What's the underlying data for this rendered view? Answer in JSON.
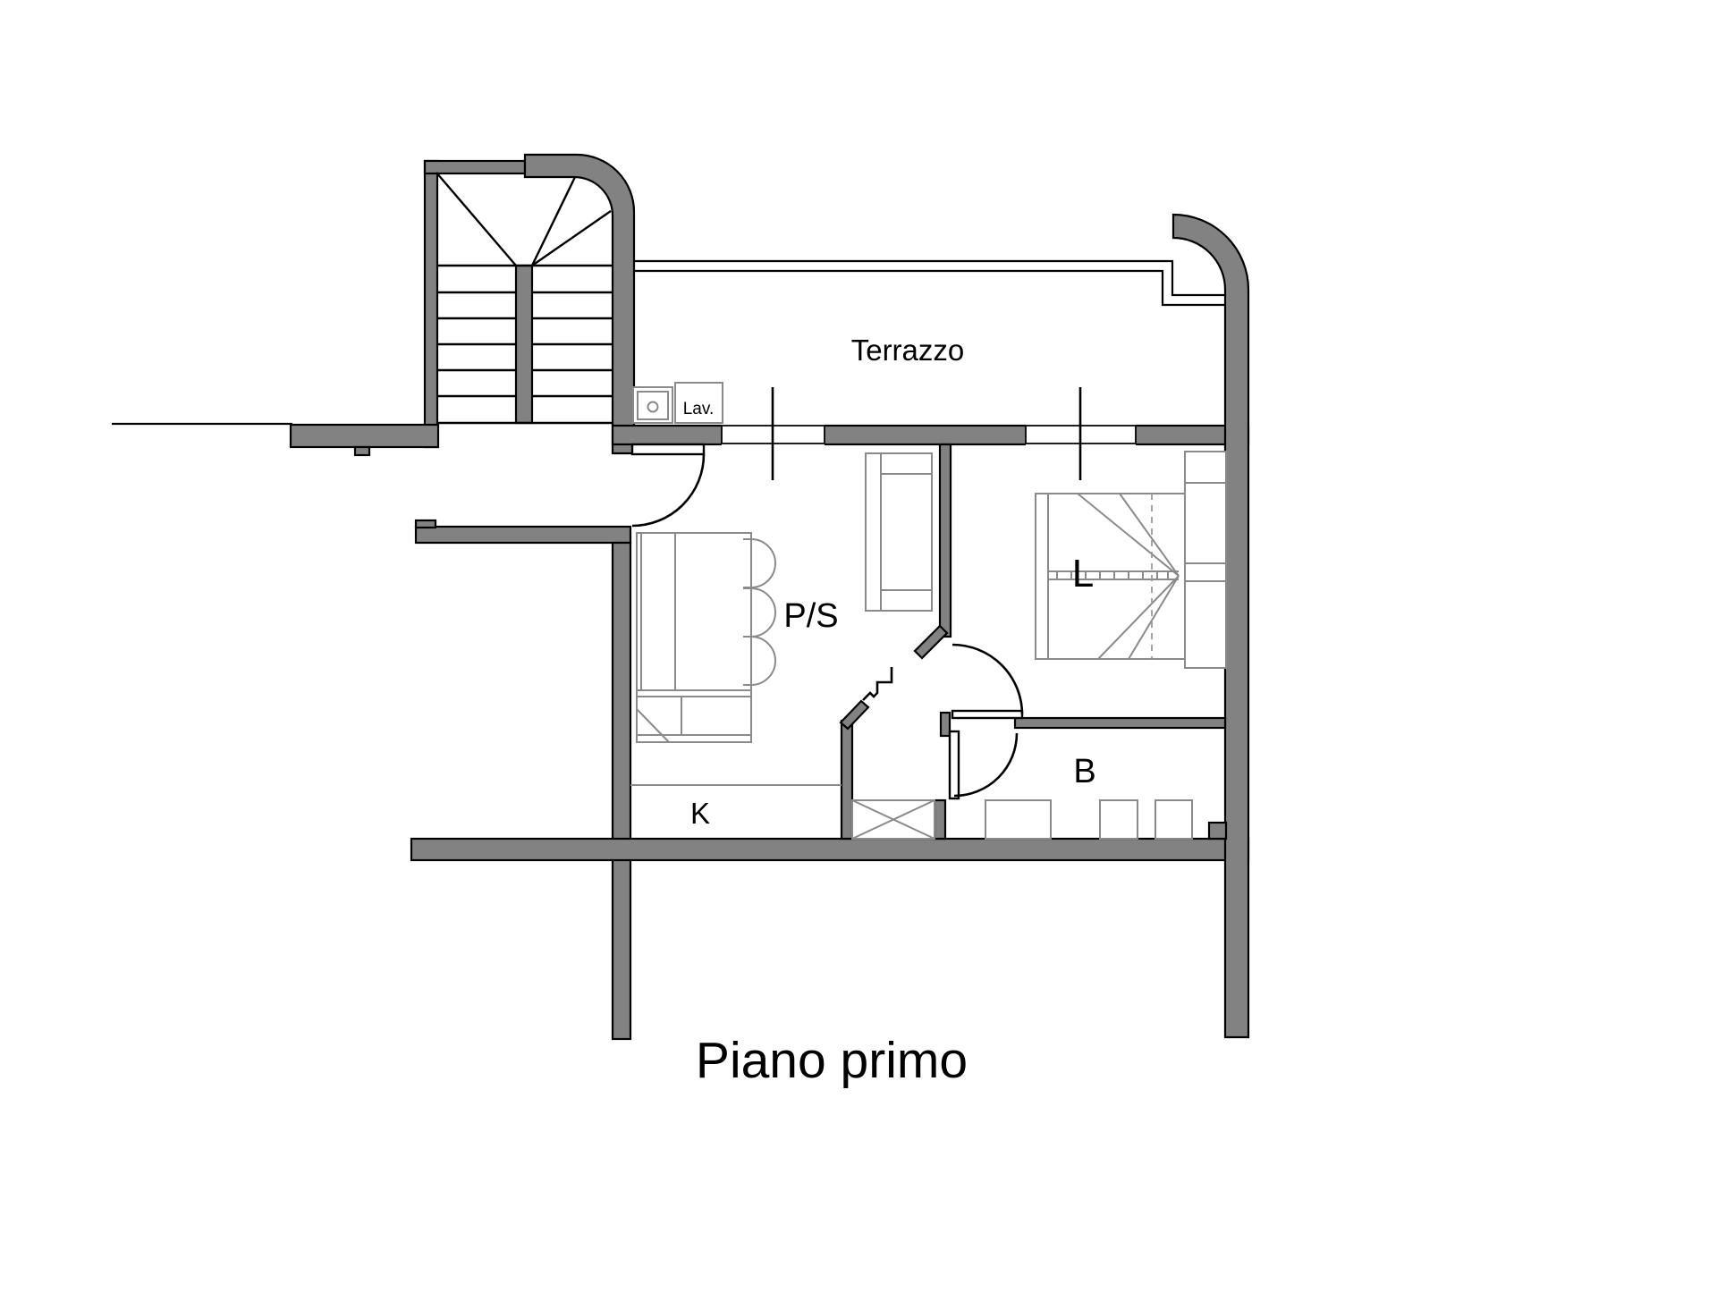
{
  "title": "Piano primo",
  "colors": {
    "background": "#ffffff",
    "wall_fill": "#828282",
    "outline": "#000000",
    "furniture_line": "#8a8a8a"
  },
  "labels": {
    "terrace": "Terrazzo",
    "laundry": "Lav.",
    "living_dining": "P/S",
    "bedroom": "L",
    "bathroom": "B",
    "kitchen": "K",
    "floor_title": "Piano primo"
  }
}
